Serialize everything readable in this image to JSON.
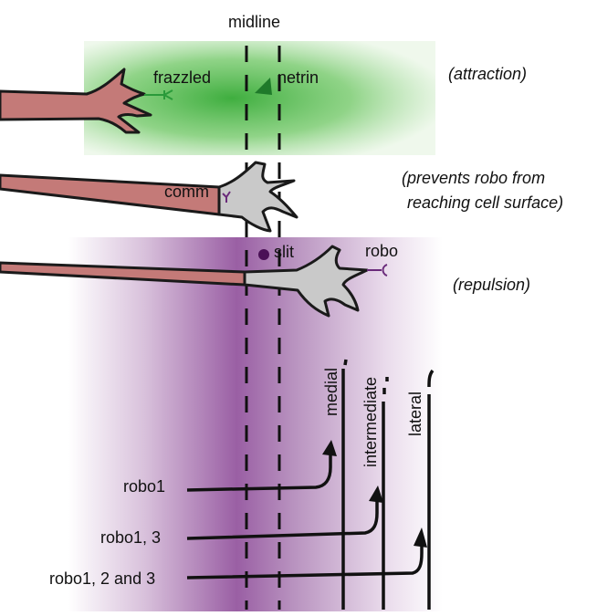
{
  "labels": {
    "midline": "midline",
    "frazzled": "frazzled",
    "netrin": "netrin",
    "attraction": "(attraction)",
    "prevents_line1": "(prevents robo from",
    "prevents_line2": "reaching cell surface)",
    "comm": "comm",
    "slit": "slit",
    "robo": "robo",
    "repulsion": "(repulsion)",
    "medial": "medial",
    "intermediate": "intermediate",
    "lateral": "lateral",
    "robo1": "robo1",
    "robo1_3": "robo1, 3",
    "robo1_2_3": "robo1, 2 and 3"
  },
  "colors": {
    "attraction_green": "#3fae3f",
    "repulsion_purple": "#9a5fa4",
    "axon_red": "#c47a78",
    "growth_cone_grey": "#c9c9c9",
    "outline": "#1a1a1a",
    "netrin_green": "#1f7a2a",
    "slit_purple": "#4a1056"
  }
}
